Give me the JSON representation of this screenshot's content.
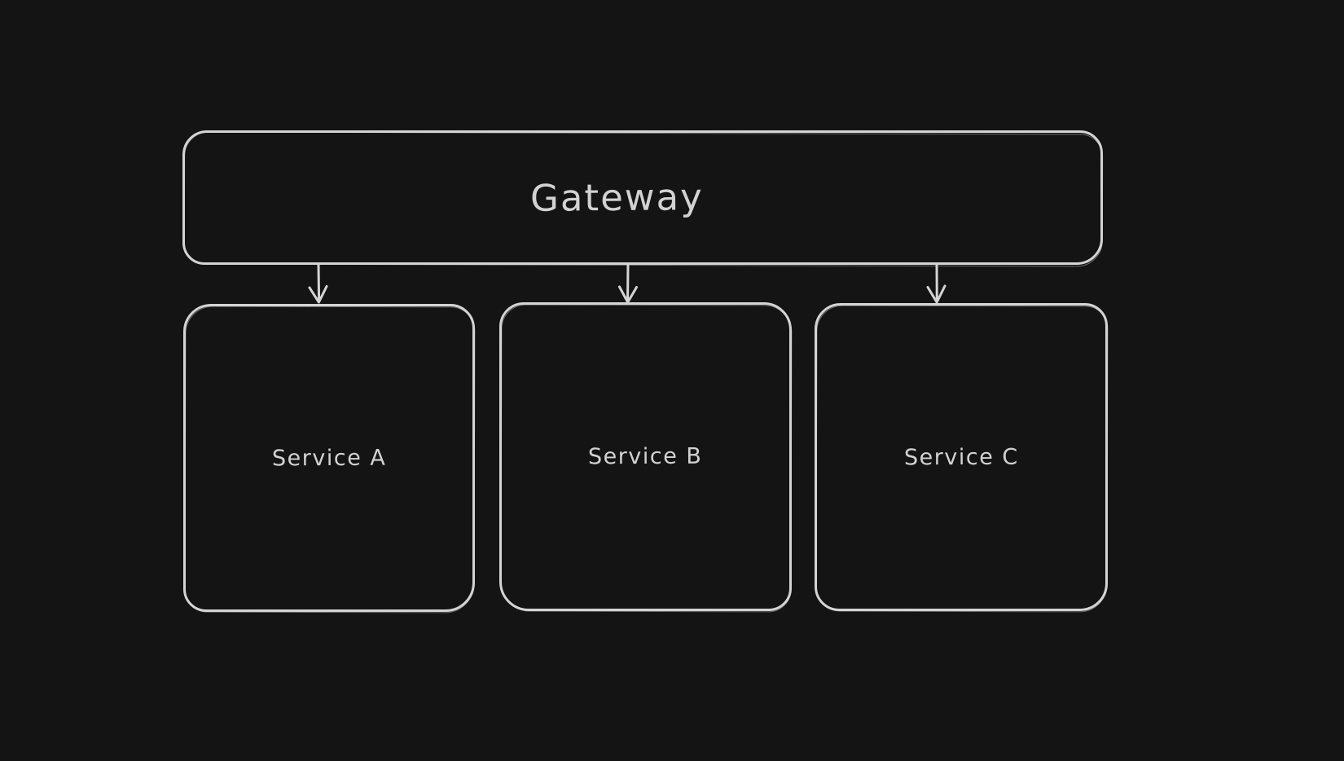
{
  "canvas": {
    "background_color": "#141414",
    "stroke_color": "#d4d4d4",
    "text_color": "#d2d2d2",
    "style": "hand-drawn-sketch"
  },
  "diagram": {
    "type": "flowchart",
    "direction": "top-down",
    "nodes": [
      {
        "id": "gateway",
        "label": "Gateway",
        "shape": "rounded-rectangle",
        "row": "top"
      },
      {
        "id": "service-a",
        "label": "Service A",
        "shape": "rounded-rectangle",
        "row": "bottom"
      },
      {
        "id": "service-b",
        "label": "Service B",
        "shape": "rounded-rectangle",
        "row": "bottom"
      },
      {
        "id": "service-c",
        "label": "Service C",
        "shape": "rounded-rectangle",
        "row": "bottom"
      }
    ],
    "edges": [
      {
        "from": "gateway",
        "to": "service-a",
        "type": "arrow",
        "direction": "down"
      },
      {
        "from": "gateway",
        "to": "service-b",
        "type": "arrow",
        "direction": "down"
      },
      {
        "from": "gateway",
        "to": "service-c",
        "type": "arrow",
        "direction": "down"
      }
    ]
  }
}
